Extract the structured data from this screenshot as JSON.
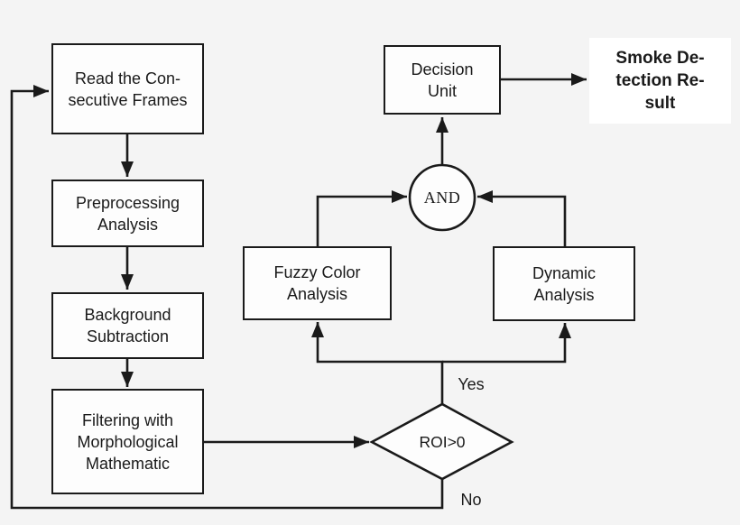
{
  "canvas": {
    "background_color": "#f4f4f4",
    "line_color": "#1a1a1a",
    "node_fill_color": "#fdfdfd",
    "result_background_color": "#ffffff"
  },
  "nodes": [
    {
      "name": "read-consecutive-frames",
      "lines": [
        "Read the Con-",
        "secutive Frames"
      ]
    },
    {
      "name": "preprocessing-analysis",
      "lines": [
        "Preprocessing",
        "Analysis"
      ]
    },
    {
      "name": "background-subtraction",
      "lines": [
        "Background",
        "Subtraction"
      ]
    },
    {
      "name": "filtering-morphological",
      "lines": [
        "Filtering with",
        "Morphological",
        "Mathematic"
      ]
    },
    {
      "name": "decision-unit",
      "lines": [
        "Decision",
        "Unit"
      ]
    },
    {
      "name": "fuzzy-color-analysis",
      "lines": [
        "Fuzzy Color",
        "Analysis"
      ]
    },
    {
      "name": "dynamic-analysis",
      "lines": [
        "Dynamic",
        "Analysis"
      ]
    }
  ],
  "result": {
    "lines": [
      "Smoke De-",
      "tection Re-",
      "sult"
    ]
  },
  "gate": {
    "label": "AND"
  },
  "condition": {
    "label": "ROI>0"
  },
  "edge_labels": {
    "yes": "Yes",
    "no": "No"
  }
}
